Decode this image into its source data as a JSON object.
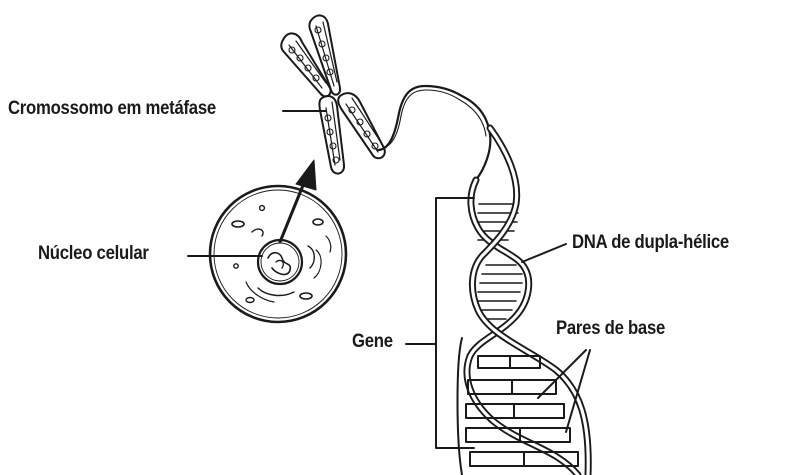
{
  "labels": {
    "chromosome": "Cromossomo em metáfase",
    "nucleus": "Núcleo celular",
    "gene": "Gene",
    "dna": "DNA de dupla-hélice",
    "base_pairs": "Pares de base"
  },
  "colors": {
    "ink": "#1a1a1a",
    "background": "#ffffff"
  }
}
